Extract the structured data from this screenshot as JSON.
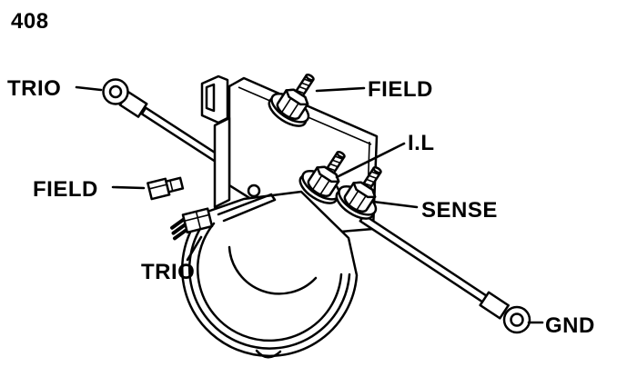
{
  "diagram": {
    "part_number": "408",
    "labels": {
      "trio_top": "TRIO",
      "field_top": "FIELD",
      "il": "I.L",
      "sense": "SENSE",
      "field_left": "FIELD",
      "trio_bottom": "TRIO",
      "gnd": "GND"
    },
    "colors": {
      "line": "#000000",
      "background": "#ffffff"
    }
  }
}
